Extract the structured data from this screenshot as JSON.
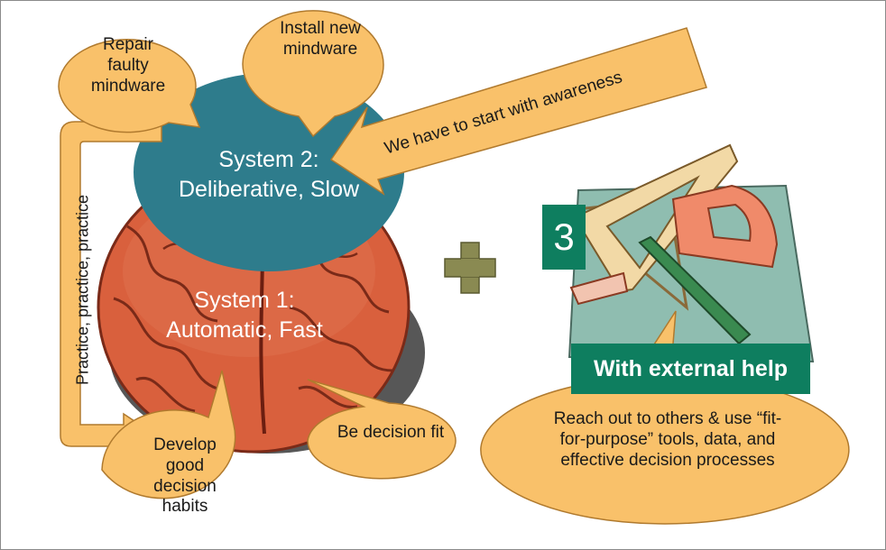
{
  "callouts": {
    "repair": "Repair faulty mindware",
    "install": "Install new mindware",
    "awareness": "We have to start with awareness",
    "practice": "Practice, practice, practice",
    "habits": "Develop good decision habits",
    "fit": "Be decision fit",
    "reach_out": "Reach out to others & use “fit-for-purpose” tools, data, and effective decision processes"
  },
  "system2": {
    "title": "System 2:",
    "subtitle": "Deliberative, Slow"
  },
  "system1": {
    "title": "System 1:",
    "subtitle": "Automatic, Fast"
  },
  "number_badge": "3",
  "banner": "With external help",
  "colors": {
    "bubble": "#f9c16a",
    "bubble_stroke": "#b07a2e",
    "system2_disc": "#2e7c8c",
    "brain": "#d9603d",
    "accent_green": "#0e7e5f",
    "plus": "#8a8a52"
  },
  "icons": {
    "brain": "brain-illustration",
    "plus": "plus-icon",
    "tools": "drafting-tools-clipart"
  }
}
